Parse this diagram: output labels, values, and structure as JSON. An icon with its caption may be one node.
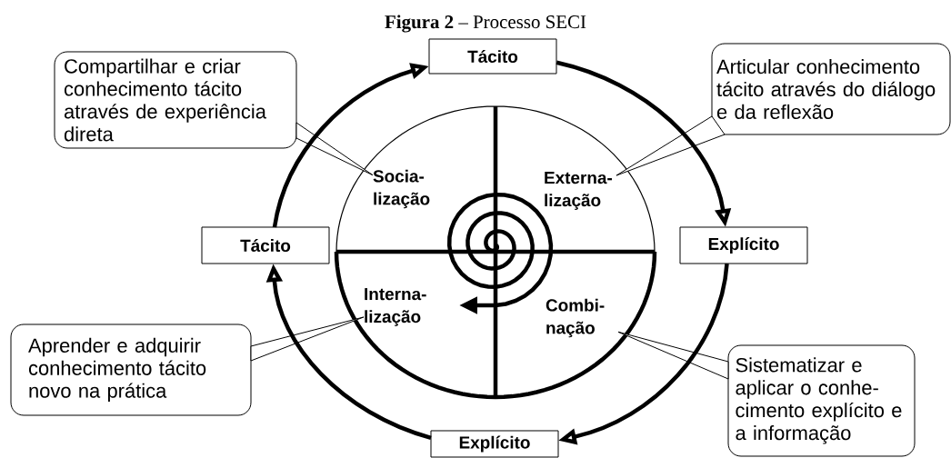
{
  "diagram": {
    "title": "**Figura 2** – Processo SECI",
    "nodes": [
      {
        "text": [
          "Compartilhar e criar conhecimento tácito através de experiência direta"
        ]
      },
      {
        "text": [
          "Tácito"
        ]
      },
      {
        "text": [
          "Articular conhecimento tácito através do diálogo e da reflexão"
        ]
      },
      {
        "text": [
          "Socia- lização"
        ]
      },
      {
        "text": [
          "Externa- lização"
        ]
      },
      {
        "text": [
          "Tácito"
        ]
      },
      {
        "text": [
          "Explícito"
        ]
      },
      {
        "text": [
          "Interna- lização"
        ]
      },
      {
        "text": [
          "Combi- nação"
        ]
      },
      {
        "text": [
          "Aprender e adquirir conhecimento tácito novo na prática"
        ]
      },
      {
        "text": [
          "Sistematizar e aplicar o conhe- cimento explícito e a informação"
        ]
      },
      {
        "text": [
          "Explícito"
        ]
      }
    ],
    "edges": [
      {
        "from": 0,
        "to": 3,
        "arrow": "none"
      },
      {
        "from": 2,
        "to": 4,
        "arrow": "none"
      },
      {
        "from": 9,
        "to": 7,
        "arrow": "none"
      },
      {
        "from": 10,
        "to": 8,
        "arrow": "none"
      },
      {
        "from": 5,
        "to": 1,
        "arrow": "to"
      },
      {
        "from": 1,
        "to": 6,
        "arrow": "to"
      },
      {
        "from": 6,
        "to": 11,
        "arrow": "to"
      },
      {
        "from": 11,
        "to": 5,
        "arrow": "to"
      }
    ]
  }
}
